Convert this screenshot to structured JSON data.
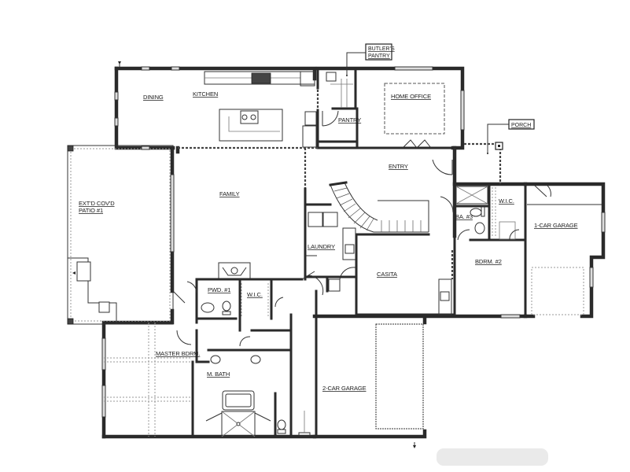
{
  "plan": {
    "title": "Single-story floor plan",
    "background_color": "#ffffff",
    "wall_color": "#2a2a2a",
    "rooms": [
      {
        "id": "dining",
        "label": "DINING"
      },
      {
        "id": "kitchen",
        "label": "KITCHEN"
      },
      {
        "id": "pantry",
        "label": "PANTRY"
      },
      {
        "id": "home-office",
        "label": "HOME OFFICE"
      },
      {
        "id": "patio",
        "label_line1": "EXT'D COV'D",
        "label_line2": "PATIO #1"
      },
      {
        "id": "family",
        "label": "FAMILY"
      },
      {
        "id": "entry",
        "label": "ENTRY"
      },
      {
        "id": "laundry",
        "label": "LAUNDRY"
      },
      {
        "id": "casita",
        "label": "CASITA"
      },
      {
        "id": "bath-3",
        "label": "BA. #3"
      },
      {
        "id": "wic-casita",
        "label": "W.I.C."
      },
      {
        "id": "bedroom-2",
        "label": "BDRM. #2"
      },
      {
        "id": "one-car-garage",
        "label": "1-CAR GARAGE"
      },
      {
        "id": "powder-1",
        "label": "PWD. #1"
      },
      {
        "id": "wic-master",
        "label": "W.I.C."
      },
      {
        "id": "master-bedroom",
        "label": "MASTER BDRM."
      },
      {
        "id": "master-bath",
        "label": "M. BATH"
      },
      {
        "id": "two-car-garage",
        "label": "2-CAR GARAGE"
      }
    ],
    "callouts": [
      {
        "id": "butlers-pantry",
        "label_line1": "BUTLER'S",
        "label_line2": "PANTRY"
      },
      {
        "id": "porch",
        "label": "PORCH"
      }
    ]
  }
}
